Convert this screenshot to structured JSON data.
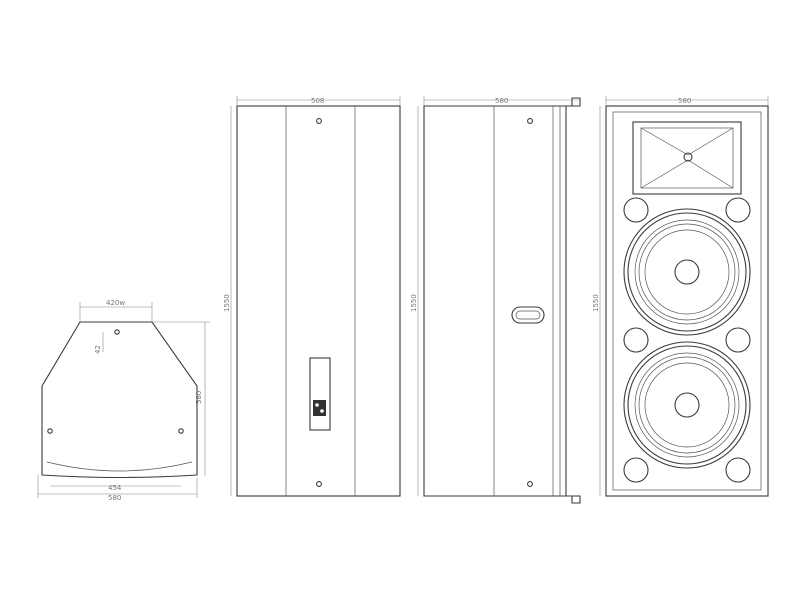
{
  "diagram": {
    "top_view": {
      "dim_top": "420w",
      "dim_bottom_inner": "454",
      "dim_bottom_outer": "580",
      "dim_right": "580",
      "dim_hole": "42"
    },
    "side_view_left": {
      "dim_width": "508",
      "dim_height": "1550"
    },
    "side_view_right": {
      "dim_width": "580",
      "dim_height": "1550"
    },
    "front_view": {
      "dim_width": "580",
      "dim_height": "1550"
    }
  }
}
